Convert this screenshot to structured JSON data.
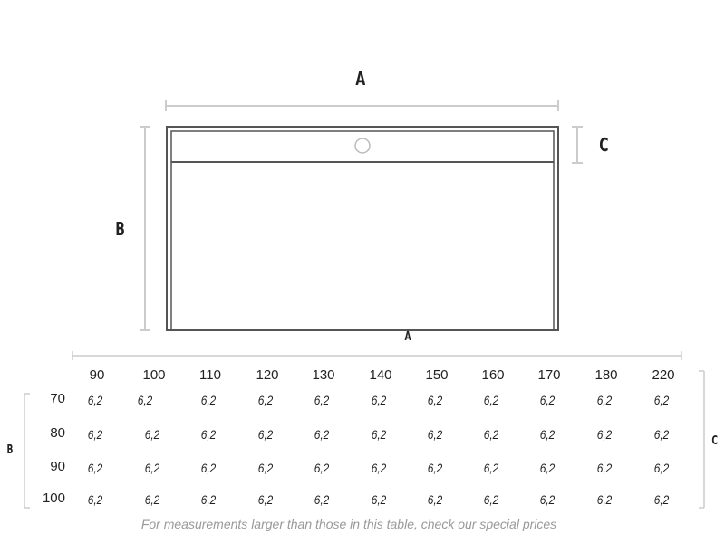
{
  "diagram": {
    "label_a_top": "A",
    "label_a_bottom": "A",
    "label_b": "B",
    "label_c": "C"
  },
  "table": {
    "axis_b_label": "B",
    "axis_c_label": "C",
    "columns": [
      "90",
      "100",
      "110",
      "120",
      "130",
      "140",
      "150",
      "160",
      "170",
      "180",
      "220"
    ],
    "rows": [
      {
        "label": "70",
        "values": [
          "6,2",
          "6,2",
          "6,2",
          "6,2",
          "6,2",
          "6,2",
          "6,2",
          "6,2",
          "6,2",
          "6,2",
          "6,2"
        ]
      },
      {
        "label": "80",
        "values": [
          "6,2",
          "6,2",
          "6,2",
          "6,2",
          "6,2",
          "6,2",
          "6,2",
          "6,2",
          "6,2",
          "6,2",
          "6,2"
        ]
      },
      {
        "label": "90",
        "values": [
          "6,2",
          "6,2",
          "6,2",
          "6,2",
          "6,2",
          "6,2",
          "6,2",
          "6,2",
          "6,2",
          "6,2",
          "6,2"
        ]
      },
      {
        "label": "100",
        "values": [
          "6,2",
          "6,2",
          "6,2",
          "6,2",
          "6,2",
          "6,2",
          "6,2",
          "6,2",
          "6,2",
          "6,2",
          "6,2"
        ]
      }
    ],
    "footnote": "For measurements larger than those in this table, check our special prices"
  }
}
